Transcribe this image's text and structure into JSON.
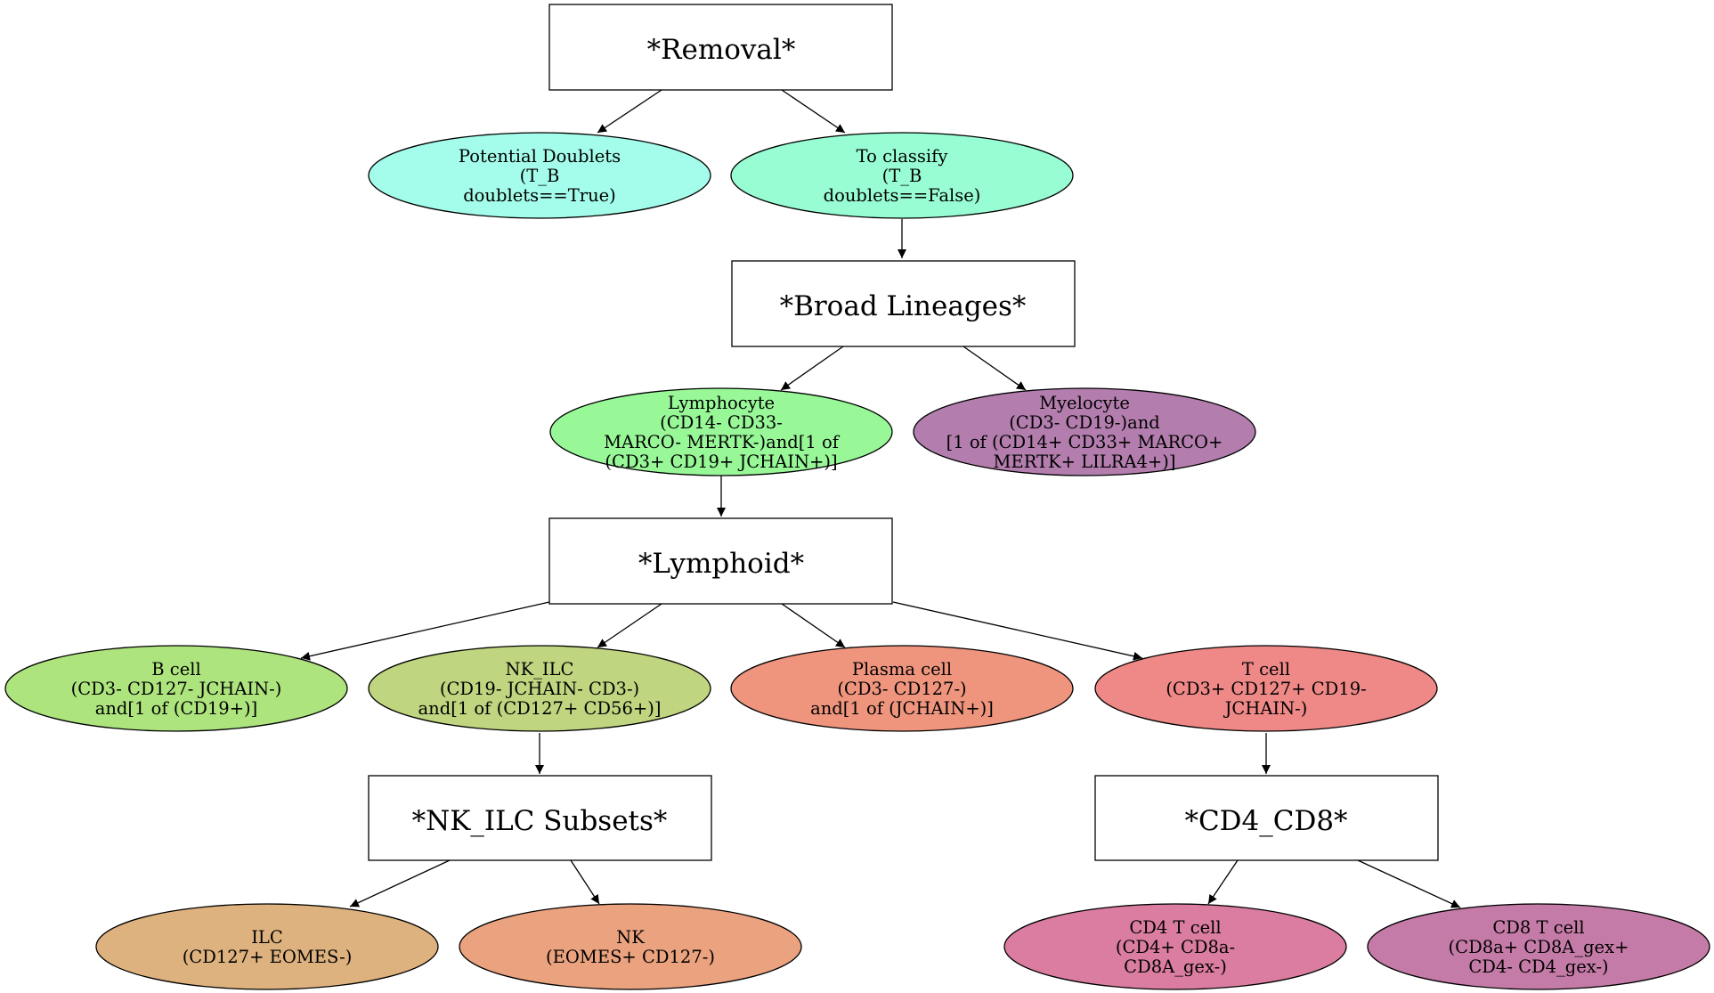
{
  "gates": {
    "removal": "*Removal*",
    "broad_lineages": "*Broad Lineages*",
    "lymphoid": "*Lymphoid*",
    "nk_ilc_subsets": "*NK_ILC Subsets*",
    "cd4_cd8": "*CD4_CD8*"
  },
  "cells": {
    "potential_doublets": {
      "lines": [
        "Potential Doublets",
        "(T_B",
        "doublets==True)"
      ],
      "color": "#a4fdea"
    },
    "to_classify": {
      "lines": [
        "To classify",
        "(T_B",
        "doublets==False)"
      ],
      "color": "#98fdd2"
    },
    "lymphocyte": {
      "lines": [
        "Lymphocyte",
        "(CD14- CD33-",
        "MARCO- MERTK-)and[1 of",
        "(CD3+ CD19+ JCHAIN+)]"
      ],
      "color": "#98f898"
    },
    "myelocyte": {
      "lines": [
        "Myelocyte",
        "(CD3- CD19-)and",
        "[1 of (CD14+ CD33+ MARCO+",
        "MERTK+ LILRA4+)]"
      ],
      "color": "#b37eae"
    },
    "b_cell": {
      "lines": [
        "B cell",
        "(CD3- CD127- JCHAIN-)",
        "and[1 of (CD19+)]"
      ],
      "color": "#aee47e"
    },
    "nk_ilc": {
      "lines": [
        "NK_ILC",
        "(CD19- JCHAIN- CD3-)",
        "and[1 of (CD127+ CD56+)]"
      ],
      "color": "#bfd57f"
    },
    "plasma_cell": {
      "lines": [
        "Plasma cell",
        "(CD3- CD127-)",
        "and[1 of (JCHAIN+)]"
      ],
      "color": "#ef957e"
    },
    "t_cell": {
      "lines": [
        "T cell",
        "(CD3+ CD127+ CD19-",
        "JCHAIN-)"
      ],
      "color": "#ef8987"
    },
    "ilc": {
      "lines": [
        "ILC",
        "(CD127+ EOMES-)"
      ],
      "color": "#deb27f"
    },
    "nk": {
      "lines": [
        "NK",
        "(EOMES+ CD127-)"
      ],
      "color": "#eaa27f"
    },
    "cd4_t_cell": {
      "lines": [
        "CD4 T cell",
        "(CD4+ CD8a-",
        "CD8A_gex-)"
      ],
      "color": "#da7da0"
    },
    "cd8_t_cell": {
      "lines": [
        "CD8 T cell",
        "(CD8a+ CD8A_gex+",
        "CD4- CD4_gex-)"
      ],
      "color": "#c57ba7"
    }
  }
}
